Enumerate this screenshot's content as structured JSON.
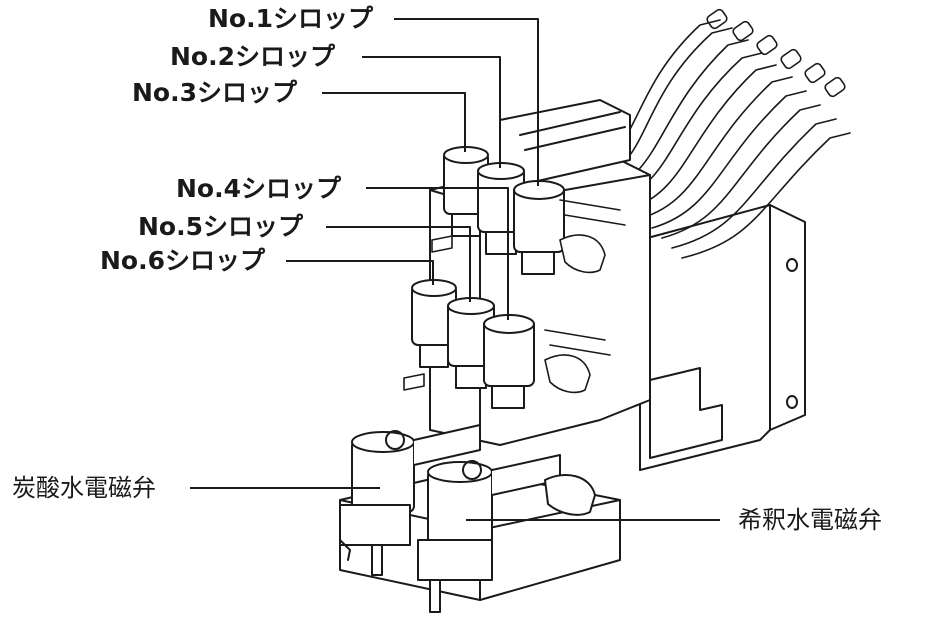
{
  "labels": {
    "syrup1": "No.1シロップ",
    "syrup2": "No.2シロップ",
    "syrup3": "No.3シロップ",
    "syrup4": "No.4シロップ",
    "syrup5": "No.5シロップ",
    "syrup6": "No.6シロップ",
    "carbonated_valve": "炭酸水電磁弁",
    "dilution_valve": "希釈水電磁弁"
  },
  "colors": {
    "line": "#1a1a1a",
    "fill": "#ffffff",
    "shade": "#d9d9d9"
  }
}
